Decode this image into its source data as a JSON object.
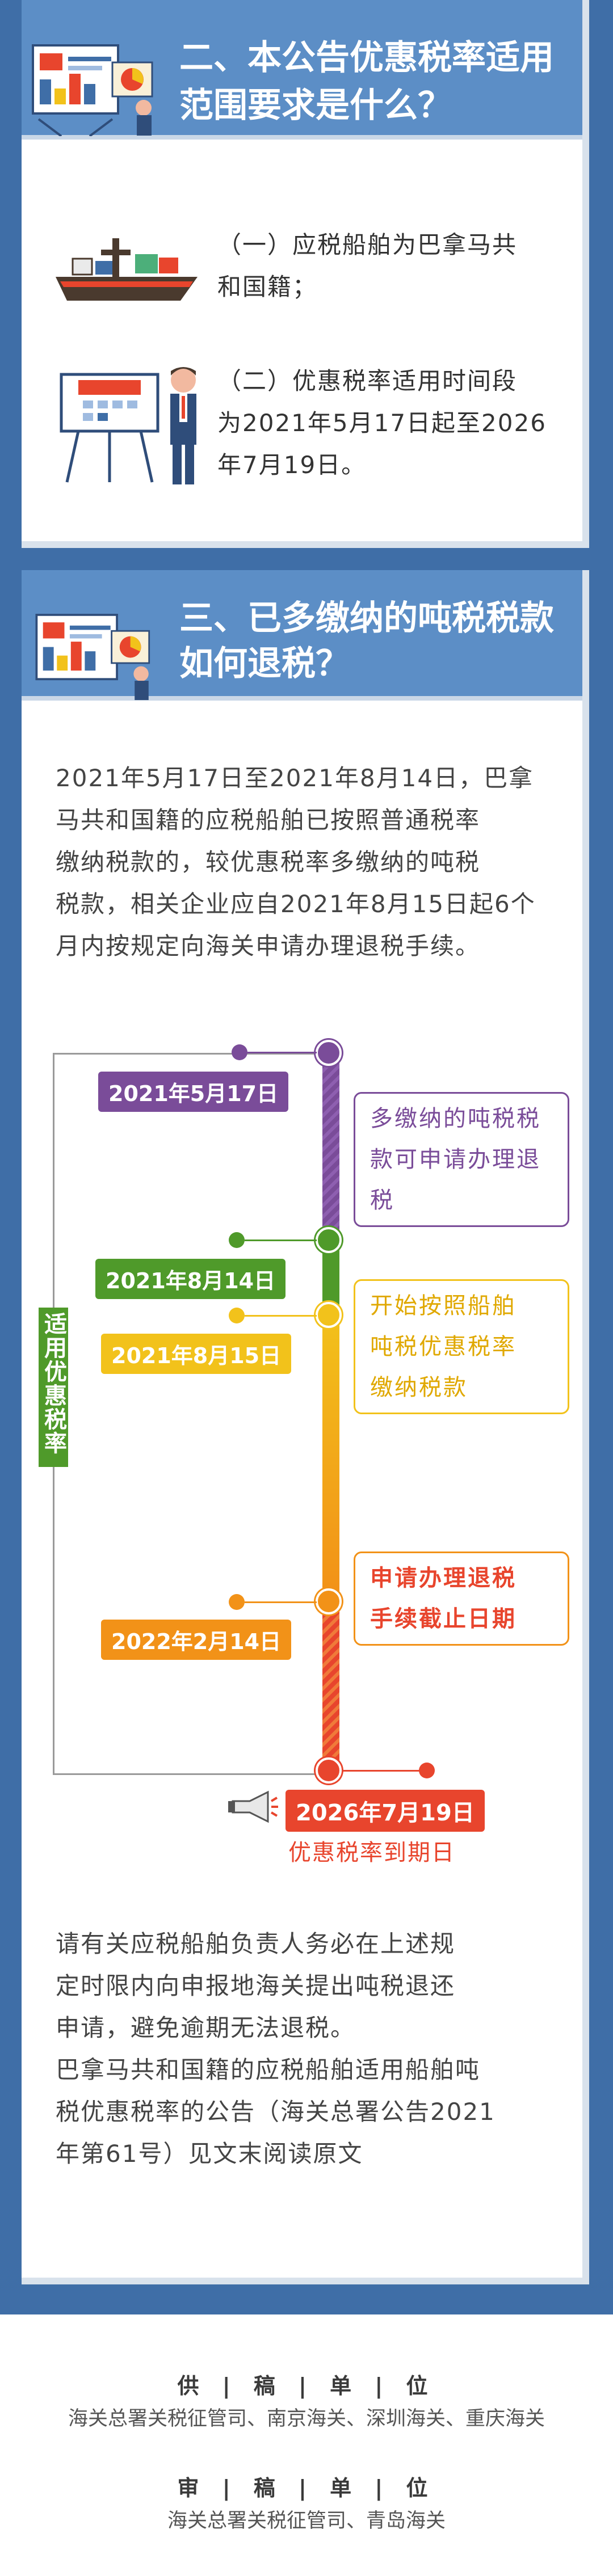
{
  "section2": {
    "title_line1": "二、本公告优惠税率适用",
    "title_line2": "范围要求是什么？",
    "item1_line1": "（一）应税船舶为巴拿马共",
    "item1_line2": "和国籍；",
    "item2_line1": "（二）优惠税率适用时间段",
    "item2_line2": "为2021年5月17日起至2026",
    "item2_line3": "年7月19日。"
  },
  "section3": {
    "title_line1": "三、已多缴纳的吨税税款",
    "title_line2": "如何退税？",
    "para_lines": [
      "2021年5月17日至2021年8月14日，巴拿",
      "马共和国籍的应税船舶已按照普通税率",
      "缴纳税款的，较优惠税率多缴纳的吨税",
      "税款，相关企业应自2021年8月15日起6个",
      "月内按规定向海关申请办理退税手续。"
    ],
    "timeline": {
      "vertical_label": "适用优惠税率",
      "d1": "2021年5月17日",
      "d2": "2021年8月14日",
      "d3": "2021年8月15日",
      "d4": "2022年2月14日",
      "d5": "2026年7月19日",
      "d5_caption": "优惠税率到期日",
      "note1_lines": [
        "多缴纳的吨税税",
        "款可申请办理退",
        "税"
      ],
      "note2_lines": [
        "开始按照船舶",
        "吨税优惠税率",
        "缴纳税款"
      ],
      "note3_lines": [
        "申请办理退税",
        "手续截止日期"
      ]
    },
    "closing_lines": [
      "请有关应税船舶负责人务必在上述规",
      "定时限内向申报地海关提出吨税退还",
      "申请，避免逾期无法退税。",
      "巴拿马共和国籍的应税船舶适用船舶吨",
      "税优惠税率的公告（海关总署公告2021",
      "年第61号）见文末阅读原文"
    ]
  },
  "footer": {
    "supply_heading": "供 | 稿 | 单 | 位",
    "supply_units": "海关总署关税征管司、南京海关、深圳海关、重庆海关",
    "review_heading": "审 | 稿 | 单 | 位",
    "review_units": "海关总署关税征管司、青岛海关"
  },
  "colors": {
    "purple": "#7a4c99",
    "green": "#4f9a2a",
    "yellow": "#f2c21b",
    "orange": "#f29218",
    "red": "#e8452d",
    "blue": "#3f6ea7"
  }
}
